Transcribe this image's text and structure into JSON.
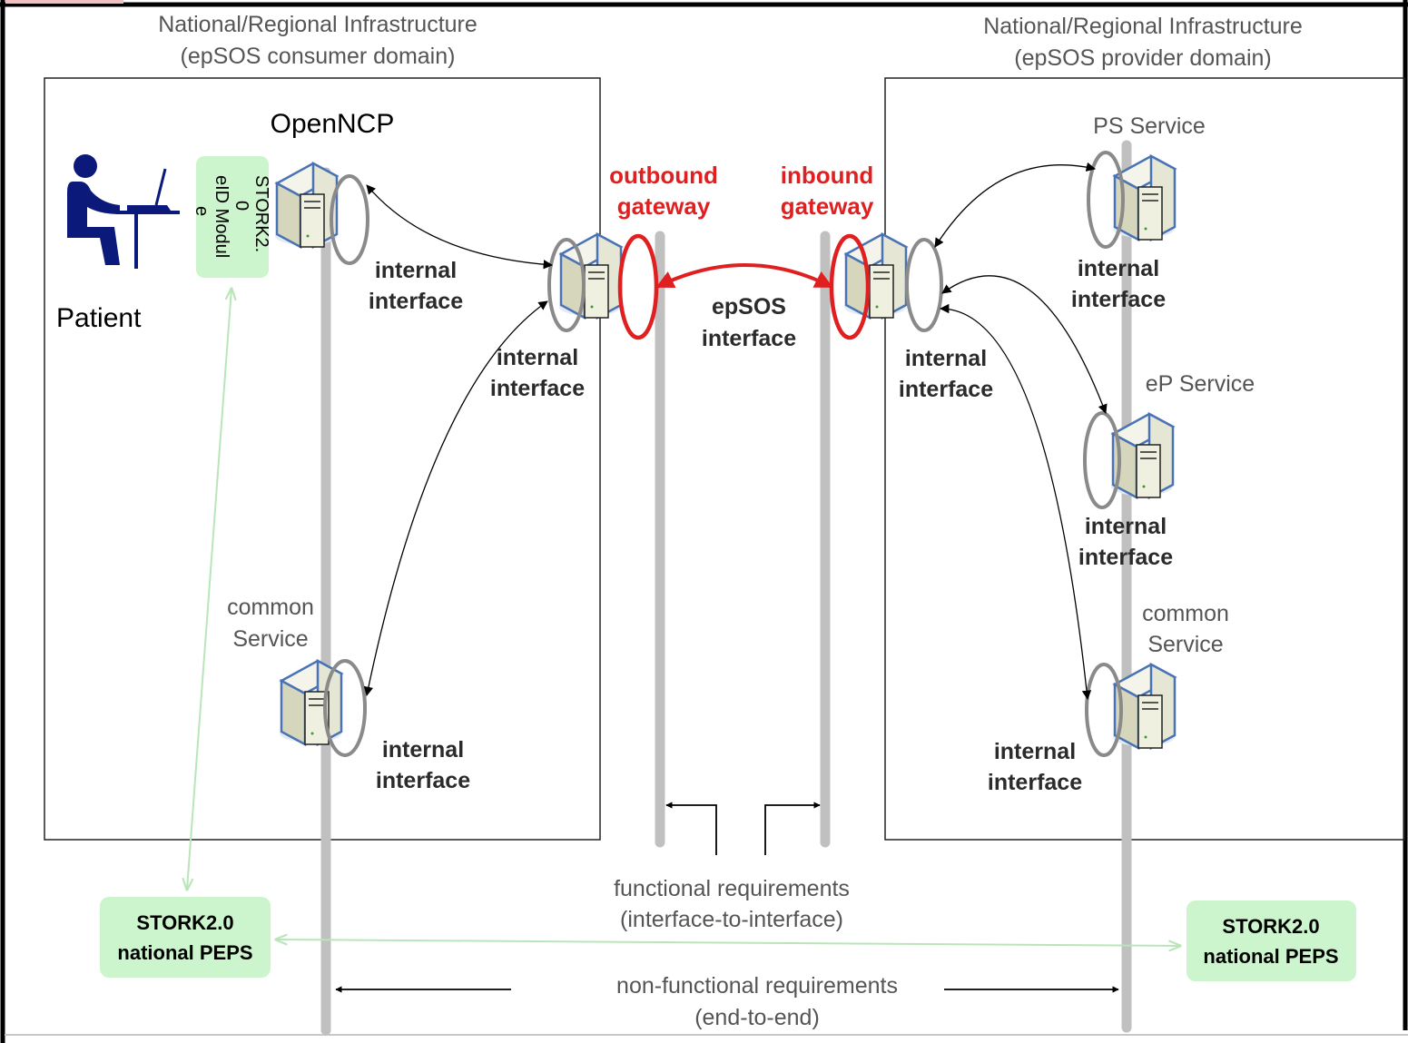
{
  "consumer_domain": {
    "title_line1": "National/Regional Infrastructure",
    "title_line2": "(epSOS consumer domain)",
    "openncp_label": "OpenNCP",
    "patient_label": "Patient",
    "eid_module_line1": "STORK2.",
    "eid_module_line2": "0",
    "eid_module_line3": "eID Modul",
    "eid_module_line4": "e",
    "common_service_line1": "common",
    "common_service_line2": "Service",
    "internal_interface_1": [
      "internal",
      "interface"
    ],
    "internal_interface_2": [
      "internal",
      "interface"
    ],
    "internal_interface_3": [
      "internal",
      "interface"
    ]
  },
  "provider_domain": {
    "title_line1": "National/Regional Infrastructure",
    "title_line2": "(epSOS provider domain)",
    "ps_service": "PS Service",
    "ep_service": "eP Service",
    "common_service_line1": "common",
    "common_service_line2": "Service",
    "internal_interface_1": [
      "internal",
      "interface"
    ],
    "internal_interface_2": [
      "internal",
      "interface"
    ],
    "internal_interface_3": [
      "internal",
      "interface"
    ],
    "internal_interface_4": [
      "internal",
      "interface"
    ]
  },
  "gateways": {
    "outbound_line1": "outbound",
    "outbound_line2": "gateway",
    "inbound_line1": "inbound",
    "inbound_line2": "gateway",
    "epsos_interface_line1": "epSOS",
    "epsos_interface_line2": "interface"
  },
  "requirements": {
    "functional_line1": "functional requirements",
    "functional_line2": "(interface-to-interface)",
    "nonfunctional_line1": "non-functional requirements",
    "nonfunctional_line2": "(end-to-end)"
  },
  "peps_left": {
    "line1": "STORK2.0",
    "line2": "national PEPS"
  },
  "peps_right": {
    "line1": "STORK2.0",
    "line2": "national PEPS"
  },
  "colors": {
    "accent_red": "#e02020",
    "peps_green": "#cdf5cd",
    "server_blue": "#4a73b5",
    "pole_gray": "#c0c0c0",
    "patient_navy": "#0b1a7a"
  }
}
